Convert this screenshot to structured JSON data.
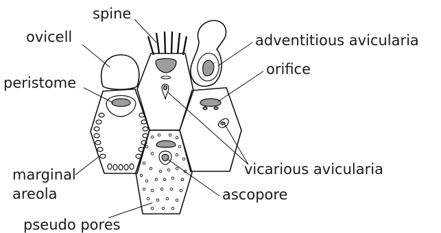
{
  "labels": {
    "spine": "spine",
    "ovicell": "ovicell",
    "adventitious_avicularia": "adventitious avicularia",
    "orifice": "orifice",
    "peristome": "peristome",
    "vicarious_avicularia": "vicarious avicularia",
    "marginal": "marginal",
    "areola": "areola",
    "ascopore": "ascopore",
    "pseudo_pores": "pseudo pores"
  }
}
